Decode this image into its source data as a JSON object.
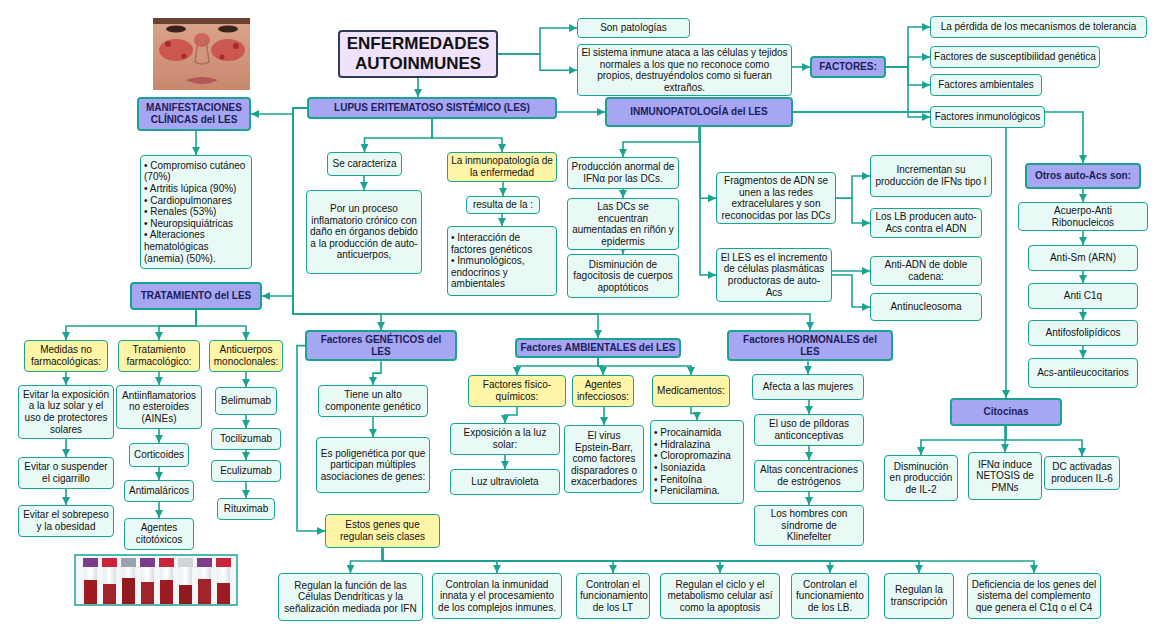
{
  "diagram": {
    "nodes": [
      {
        "text": [
          "ENFERMEDADES AUTOINMUNES"
        ]
      },
      {
        "text": [
          "Son patologías"
        ]
      },
      {
        "text": [
          "El sistema inmune ataca a las células y tejidos normales a los que no reconoce como propios, destruyéndolos como si fueran extraños."
        ]
      },
      {
        "text": [
          "FACTORES:"
        ]
      },
      {
        "text": [
          "La pérdida de los mecanismos de tolerancia"
        ]
      },
      {
        "text": [
          "Factores de susceptibilidad genética"
        ]
      },
      {
        "text": [
          "Factores ambientales"
        ]
      },
      {
        "text": [
          "Factores inmunológicos"
        ]
      },
      {
        "text": [
          "MANIFESTACIONES CLÍNICAS del LES"
        ]
      },
      {
        "text": [
          "• Compromiso cutáneo (70%)",
          "• Artritis lúpica (90%)",
          "• Cardiopulmonares",
          "• Renales (53%)",
          "• Neuropsiquiátricas",
          "• Alteraciones hematológicas (anemia) (50%)."
        ]
      },
      {
        "text": [
          "LUPUS ERITEMATOSO SISTÉMICO (LES)"
        ]
      },
      {
        "text": [
          "INMUNOPATOLOGÍA del LES"
        ]
      },
      {
        "text": [
          "Se caracteriza"
        ]
      },
      {
        "text": [
          "Por un proceso inflamatorio crónico con daño en órganos debido a la producción de auto-anticuerpos,"
        ]
      },
      {
        "text": [
          "La inmunopatología de la enfermedad"
        ]
      },
      {
        "text": [
          "resulta de la :"
        ]
      },
      {
        "text": [
          "• Interacción de factores genéticos",
          "• Inmunológicos, endocrinos y ambientales"
        ]
      },
      {
        "text": [
          "Producción anormal de IFNα por las DCs."
        ]
      },
      {
        "text": [
          "Las DCs se encuentran aumentadas en riñón y epidermis"
        ]
      },
      {
        "text": [
          "Disminución de fagocitosis de cuerpos apoptóticos"
        ]
      },
      {
        "text": [
          "Fragmentos de ADN se unen a las redes extracelulares y son reconocidas por las DCs"
        ]
      },
      {
        "text": [
          "Incrementan su producción de IFNs tipo I"
        ]
      },
      {
        "text": [
          "Los LB producen auto-Acs contra el ADN"
        ]
      },
      {
        "text": [
          "El LES es el incremento de células plasmáticas productoras de auto-Acs"
        ]
      },
      {
        "text": [
          "Anti-ADN de doble cadena:"
        ]
      },
      {
        "text": [
          "Antinucleosoma"
        ]
      },
      {
        "text": [
          "Otros auto-Acs son:"
        ]
      },
      {
        "text": [
          "Acuerpo-Anti Ribonucleicos"
        ]
      },
      {
        "text": [
          "Anti-Sm (ARN)"
        ]
      },
      {
        "text": [
          "Anti C1q"
        ]
      },
      {
        "text": [
          "Antifosfolipídicos"
        ]
      },
      {
        "text": [
          "Acs-antileucocitarios"
        ]
      },
      {
        "text": [
          "TRATAMIENTO del LES"
        ]
      },
      {
        "text": [
          "Medidas no farmacológicas:"
        ]
      },
      {
        "text": [
          "Tratamiento farmacológico:"
        ]
      },
      {
        "text": [
          "Anticuerpos monoclonales:"
        ]
      },
      {
        "text": [
          "Evitar la exposición a la luz solar y el uso de protectores solares"
        ]
      },
      {
        "text": [
          "Evitar o suspender el cigarrillo"
        ]
      },
      {
        "text": [
          "Evitar el sobrepeso y la obesidad"
        ]
      },
      {
        "text": [
          "Antiinflamatorios no esteroides (AINEs)"
        ]
      },
      {
        "text": [
          "Corticoides"
        ]
      },
      {
        "text": [
          "Antimaláricos"
        ]
      },
      {
        "text": [
          "Agentes citotóxicos"
        ]
      },
      {
        "text": [
          "Belimumab"
        ]
      },
      {
        "text": [
          "Tocilizumab"
        ]
      },
      {
        "text": [
          "Eculizumab"
        ]
      },
      {
        "text": [
          "Rituximab"
        ]
      },
      {
        "text": [
          "Factores GENÉTICOS del LES"
        ]
      },
      {
        "text": [
          "Tiene un alto componente genético"
        ]
      },
      {
        "text": [
          "Es poligenética por que participan múltiples asociaciones de genes:"
        ]
      },
      {
        "text": [
          "Estos genes que regulan seis clases"
        ]
      },
      {
        "text": [
          "Factores AMBIENTALES del LES"
        ]
      },
      {
        "text": [
          "Factores físico-químicos:"
        ]
      },
      {
        "text": [
          "Agentes infecciosos:"
        ]
      },
      {
        "text": [
          "Medicamentos:"
        ]
      },
      {
        "text": [
          "Exposición a la luz solar:"
        ]
      },
      {
        "text": [
          "Luz ultravioleta"
        ]
      },
      {
        "text": [
          "El virus Epstein-Barr, como factores disparadores o exacerbadores"
        ]
      },
      {
        "text": [
          "• Procainamida",
          "• Hidralazina",
          "• Cloropromazina",
          "• Isoniazida",
          "• Fenitoína",
          "• Penicilamina."
        ]
      },
      {
        "text": [
          "Factores HORMONALES del LES"
        ]
      },
      {
        "text": [
          "Afecta a las mujeres"
        ]
      },
      {
        "text": [
          "El uso de píldoras anticonceptivas"
        ]
      },
      {
        "text": [
          "Altas concentraciones de estrógenos"
        ]
      },
      {
        "text": [
          "Los hombres con síndrome de Klinefelter"
        ]
      },
      {
        "text": [
          "Citocinas"
        ]
      },
      {
        "text": [
          "Disminución en producción de IL-2"
        ]
      },
      {
        "text": [
          "IFNα induce NETOSIS de PMNs"
        ]
      },
      {
        "text": [
          "DC activadas producen IL-6"
        ]
      },
      {
        "text": [
          "Regulan la función de las Células Dendríticas y la señalización mediada por IFN"
        ]
      },
      {
        "text": [
          "Controlan la inmunidad innata y el procesamiento de los complejos inmunes."
        ]
      },
      {
        "text": [
          "Controlan el funcionamiento de los LT"
        ]
      },
      {
        "text": [
          "Regulan el ciclo y el metabolismo celular así como la apoptosis"
        ]
      },
      {
        "text": [
          "Controlan el funcionamiento de los LB."
        ]
      },
      {
        "text": [
          "Regulan la transcripción"
        ]
      },
      {
        "text": [
          "Deficiencia de los genes del sistema del complemento que genera el C1q o el C4"
        ]
      }
    ],
    "edges": [
      {
        "from": 0,
        "to": 1,
        "arrow": "to"
      },
      {
        "from": 0,
        "to": 2,
        "arrow": "to"
      },
      {
        "from": 2,
        "to": 3,
        "arrow": "to"
      },
      {
        "from": 3,
        "to": 4,
        "arrow": "to"
      },
      {
        "from": 3,
        "to": 5,
        "arrow": "to"
      },
      {
        "from": 3,
        "to": 6,
        "arrow": "to"
      },
      {
        "from": 3,
        "to": 7,
        "arrow": "to"
      },
      {
        "from": 0,
        "to": 10,
        "arrow": "to"
      },
      {
        "from": 10,
        "to": 8,
        "arrow": "to"
      },
      {
        "from": 8,
        "to": 9,
        "arrow": "to"
      },
      {
        "from": 10,
        "to": 11,
        "arrow": "to"
      },
      {
        "from": 10,
        "to": 12,
        "arrow": "to"
      },
      {
        "from": 10,
        "to": 14,
        "arrow": "to"
      },
      {
        "from": 12,
        "to": 13,
        "arrow": "to"
      },
      {
        "from": 14,
        "to": 15,
        "arrow": "to"
      },
      {
        "from": 15,
        "to": 16,
        "arrow": "to"
      },
      {
        "from": 11,
        "to": 17,
        "arrow": "to"
      },
      {
        "from": 17,
        "to": 18,
        "arrow": "to"
      },
      {
        "from": 18,
        "to": 19,
        "arrow": "to"
      },
      {
        "from": 11,
        "to": 20,
        "arrow": "to"
      },
      {
        "from": 11,
        "to": 23,
        "arrow": "to"
      },
      {
        "from": 20,
        "to": 21,
        "arrow": "to"
      },
      {
        "from": 20,
        "to": 22,
        "arrow": "to"
      },
      {
        "from": 23,
        "to": 24,
        "arrow": "to"
      },
      {
        "from": 23,
        "to": 25,
        "arrow": "to"
      },
      {
        "from": 11,
        "to": 26,
        "arrow": "to"
      },
      {
        "from": 26,
        "to": 27,
        "arrow": "to"
      },
      {
        "from": 27,
        "to": 28,
        "arrow": "to"
      },
      {
        "from": 28,
        "to": 29,
        "arrow": "to"
      },
      {
        "from": 29,
        "to": 30,
        "arrow": "to"
      },
      {
        "from": 30,
        "to": 31,
        "arrow": "to"
      },
      {
        "from": 11,
        "to": 64,
        "arrow": "to"
      },
      {
        "from": 64,
        "to": 65,
        "arrow": "to"
      },
      {
        "from": 64,
        "to": 66,
        "arrow": "to"
      },
      {
        "from": 64,
        "to": 67,
        "arrow": "to"
      },
      {
        "from": 10,
        "to": 32,
        "arrow": "to"
      },
      {
        "from": 32,
        "to": 33,
        "arrow": "to"
      },
      {
        "from": 32,
        "to": 34,
        "arrow": "to"
      },
      {
        "from": 32,
        "to": 35,
        "arrow": "to"
      },
      {
        "from": 33,
        "to": 36,
        "arrow": "to"
      },
      {
        "from": 36,
        "to": 37,
        "arrow": "to"
      },
      {
        "from": 37,
        "to": 38,
        "arrow": "to"
      },
      {
        "from": 34,
        "to": 39,
        "arrow": "to"
      },
      {
        "from": 39,
        "to": 40,
        "arrow": "to"
      },
      {
        "from": 40,
        "to": 41,
        "arrow": "to"
      },
      {
        "from": 41,
        "to": 42,
        "arrow": "to"
      },
      {
        "from": 35,
        "to": 43,
        "arrow": "to"
      },
      {
        "from": 43,
        "to": 44,
        "arrow": "to"
      },
      {
        "from": 44,
        "to": 45,
        "arrow": "to"
      },
      {
        "from": 45,
        "to": 46,
        "arrow": "to"
      },
      {
        "from": 10,
        "to": 47,
        "arrow": "to"
      },
      {
        "from": 10,
        "to": 51,
        "arrow": "to"
      },
      {
        "from": 10,
        "to": 59,
        "arrow": "to"
      },
      {
        "from": 47,
        "to": 48,
        "arrow": "to"
      },
      {
        "from": 48,
        "to": 49,
        "arrow": "to"
      },
      {
        "from": 47,
        "to": 50,
        "arrow": "to"
      },
      {
        "from": 51,
        "to": 52,
        "arrow": "to"
      },
      {
        "from": 51,
        "to": 53,
        "arrow": "to"
      },
      {
        "from": 51,
        "to": 54,
        "arrow": "to"
      },
      {
        "from": 52,
        "to": 55,
        "arrow": "to"
      },
      {
        "from": 55,
        "to": 56,
        "arrow": "to"
      },
      {
        "from": 53,
        "to": 57,
        "arrow": "to"
      },
      {
        "from": 54,
        "to": 58,
        "arrow": "to"
      },
      {
        "from": 59,
        "to": 60,
        "arrow": "to"
      },
      {
        "from": 60,
        "to": 61,
        "arrow": "to"
      },
      {
        "from": 61,
        "to": 62,
        "arrow": "to"
      },
      {
        "from": 62,
        "to": 63,
        "arrow": "to"
      },
      {
        "from": 50,
        "to": 68,
        "arrow": "to"
      },
      {
        "from": 50,
        "to": 69,
        "arrow": "to"
      },
      {
        "from": 50,
        "to": 70,
        "arrow": "to"
      },
      {
        "from": 50,
        "to": 71,
        "arrow": "to"
      },
      {
        "from": 50,
        "to": 72,
        "arrow": "to"
      },
      {
        "from": 50,
        "to": 73,
        "arrow": "to"
      },
      {
        "from": 50,
        "to": 74,
        "arrow": "to"
      }
    ]
  }
}
